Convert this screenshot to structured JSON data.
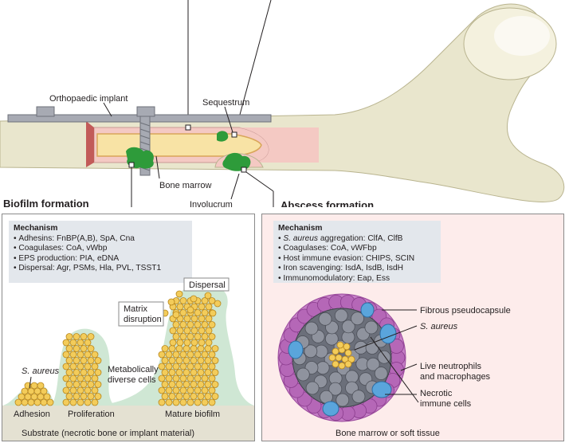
{
  "top": {
    "implant_label": "Orthopaedic implant",
    "sequestrum_label": "Sequestrum",
    "bone_marrow_label": "Bone marrow",
    "involucrum_label": "Involucrum"
  },
  "biofilm": {
    "heading": "Biofilm formation",
    "mechanism_title": "Mechanism",
    "mechanism_items": [
      "Adhesins: FnBP(A,B), SpA, Cna",
      "Coagulases: CoA, vWbp",
      "EPS production: PIA, eDNA",
      "Dispersal: Agr, PSMs, Hla, PVL, TSST1"
    ],
    "labels": {
      "dispersal": "Dispersal",
      "matrix_line1": "Matrix",
      "matrix_line2": "disruption",
      "s_aureus": "S. aureus",
      "metabolic_line1": "Metabolically",
      "metabolic_line2": "diverse cells",
      "adhesion": "Adhesion",
      "proliferation": "Proliferation",
      "mature": "Mature biofilm",
      "substrate": "Substrate (necrotic bone or implant material)"
    }
  },
  "abscess": {
    "heading": "Abscess formation",
    "mechanism_title": "Mechanism",
    "mechanism_items_italic_prefix": "S. aureus",
    "mechanism_item1_rest": " aggregation: ClfA, ClfB",
    "mechanism_items": [
      "Coagulases: CoA, vWFbp",
      "Host immune evasion: CHIPS, SCIN",
      "Iron scavenging: IsdA, IsdB, IsdH",
      "Immunomodulatory: Eap, Ess"
    ],
    "labels": {
      "fibrous": "Fibrous pseudocapsule",
      "s_aureus": "S. aureus",
      "live_line1": "Live neutrophils",
      "live_line2": "and macrophages",
      "necrotic_line1": "Necrotic",
      "necrotic_line2": "immune cells",
      "bottom": "Bone marrow or soft tissue"
    }
  },
  "colors": {
    "bone": "#e9e6cd",
    "marrow": "#f4c9c3",
    "implant": "#a7aab3",
    "bacteria": "#f3cc5a",
    "biofilm_matrix": "#cfe7d4",
    "abscess_panel": "#fdeceb",
    "green_lesion": "#2e9b3a"
  }
}
